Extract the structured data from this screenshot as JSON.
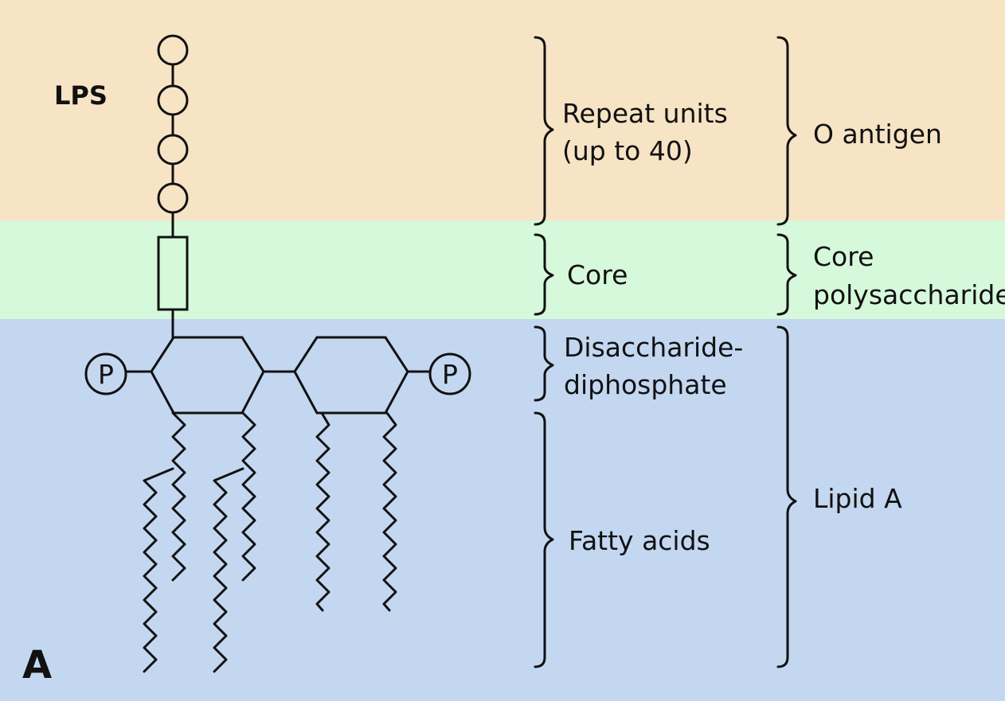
{
  "title": "LPS",
  "panel_letter": "A",
  "phosphate_symbol": "P",
  "labels": {
    "repeat_units_line1": "Repeat units",
    "repeat_units_line2": "(up to 40)",
    "core": "Core",
    "disaccharide_line1": "Disaccharide-",
    "disaccharide_line2": "diphosphate",
    "fatty_acids": "Fatty acids"
  },
  "regions": {
    "o_antigen": "O antigen",
    "core_poly_line1": "Core",
    "core_poly_line2": "polysaccharide",
    "lipid_a": "Lipid A"
  },
  "colors": {
    "o_antigen_band": "#F7E4C5",
    "core_band": "#D6F8DB",
    "lipid_band": "#C3D7F1",
    "ink": "#111111"
  }
}
